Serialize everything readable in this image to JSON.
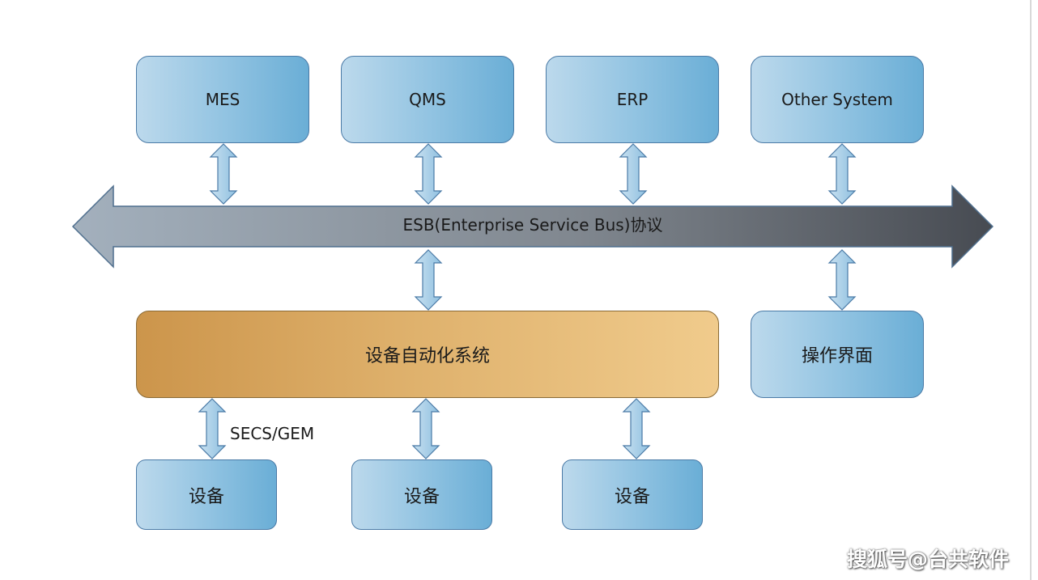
{
  "top_systems": [
    {
      "label": "MES"
    },
    {
      "label": "QMS"
    },
    {
      "label": "ERP"
    },
    {
      "label": "Other System"
    }
  ],
  "bus": {
    "label": "ESB(Enterprise Service Bus)协议"
  },
  "automation_system": {
    "label": "设备自动化系统"
  },
  "operation_ui": {
    "label": "操作界面"
  },
  "protocol_label": "SECS/GEM",
  "devices": [
    {
      "label": "设备"
    },
    {
      "label": "设备"
    },
    {
      "label": "设备"
    }
  ],
  "watermark": "搜狐号@台共软件",
  "colors": {
    "box_light": "#bcd9ec",
    "box_dark": "#6aaed6",
    "box_border": "#4a7aa6",
    "gold_light": "#f0cb8c",
    "gold_dark": "#cc954b",
    "bus_light": "#a3b0bd",
    "bus_dark": "#474b52",
    "arrow_fill": "#a9cfe8"
  }
}
